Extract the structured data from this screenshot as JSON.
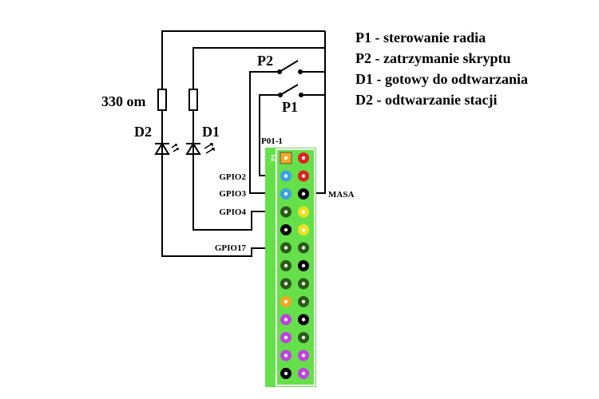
{
  "legend": [
    {
      "key": "P1",
      "text": "P1 - sterowanie radia"
    },
    {
      "key": "P2",
      "text": "P2 - zatrzymanie skryptu"
    },
    {
      "key": "D1",
      "text": "D1 - gotowy do odtwarzania"
    },
    {
      "key": "D2",
      "text": "D2 - odtwarzanie stacji"
    }
  ],
  "components": {
    "resistor_label": "330 om",
    "led_d1": "D1",
    "led_d2": "D2",
    "switch_p1": "P1",
    "switch_p2": "P2"
  },
  "header": {
    "name": "P01-1",
    "pin1_mark": "P1",
    "board_color": "#66e04a",
    "pins": [
      [
        "orange-sq",
        "red"
      ],
      [
        "blue",
        "red"
      ],
      [
        "blue",
        "black"
      ],
      [
        "dkgreen",
        "yellow"
      ],
      [
        "black",
        "yellow"
      ],
      [
        "dkgreen",
        "dkgreen"
      ],
      [
        "dkgreen",
        "black"
      ],
      [
        "dkgreen",
        "dkgreen"
      ],
      [
        "orange",
        "dkgreen"
      ],
      [
        "purple",
        "black"
      ],
      [
        "purple",
        "dkgreen"
      ],
      [
        "purple",
        "purple"
      ],
      [
        "black",
        "purple"
      ]
    ],
    "pin_colors": {
      "orange-sq": "#f5a623",
      "orange": "#f5a623",
      "red": "#e02020",
      "blue": "#3aa0e8",
      "black": "#000000",
      "dkgreen": "#2d5a1a",
      "yellow": "#f0e020",
      "purple": "#c040e0"
    }
  },
  "pin_labels": {
    "gpio2": "GPIO2",
    "gpio3": "GPIO3",
    "gpio4": "GPIO4",
    "gpio17": "GPIO17",
    "masa": "MASA"
  }
}
